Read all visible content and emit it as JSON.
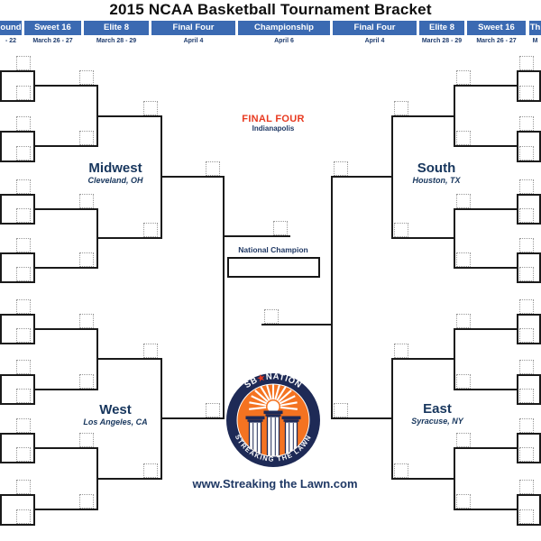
{
  "title": "2015 NCAA Basketball Tournament Bracket",
  "header": {
    "columns": [
      {
        "label": "ound",
        "date": "- 22"
      },
      {
        "label": "Sweet 16",
        "date": "March 26 - 27"
      },
      {
        "label": "Elite 8",
        "date": "March 28 - 29"
      },
      {
        "label": "Final Four",
        "date": "April 4"
      },
      {
        "label": "Championship",
        "date": "April 6"
      },
      {
        "label": "Final Four",
        "date": "April 4"
      },
      {
        "label": "Elite 8",
        "date": "March 28 - 29"
      },
      {
        "label": "Sweet 16",
        "date": "March 26 - 27"
      },
      {
        "label": "Th",
        "date": "M"
      }
    ]
  },
  "final_four": {
    "label": "FINAL FOUR",
    "location": "Indianapolis"
  },
  "champion": {
    "label": "National Champion"
  },
  "regions": [
    {
      "name": "Midwest",
      "city": "Cleveland, OH"
    },
    {
      "name": "South",
      "city": "Houston, TX"
    },
    {
      "name": "West",
      "city": "Los Angeles, CA"
    },
    {
      "name": "East",
      "city": "Syracuse, NY"
    }
  ],
  "logo": {
    "top_left": "SB",
    "star": "★",
    "top_right": "NATION",
    "bottom_text": "STREAKING THE LAWN"
  },
  "footer": {
    "url": "www.Streaking the Lawn.com"
  },
  "colors": {
    "header_blue": "#3B6AB2",
    "navy_text": "#1F3864",
    "region_navy": "#17365D",
    "final_four_red": "#E8391F",
    "bracket_line": "#1a1a1a",
    "logo_navy": "#1E2A56",
    "logo_orange": "#F47321"
  }
}
